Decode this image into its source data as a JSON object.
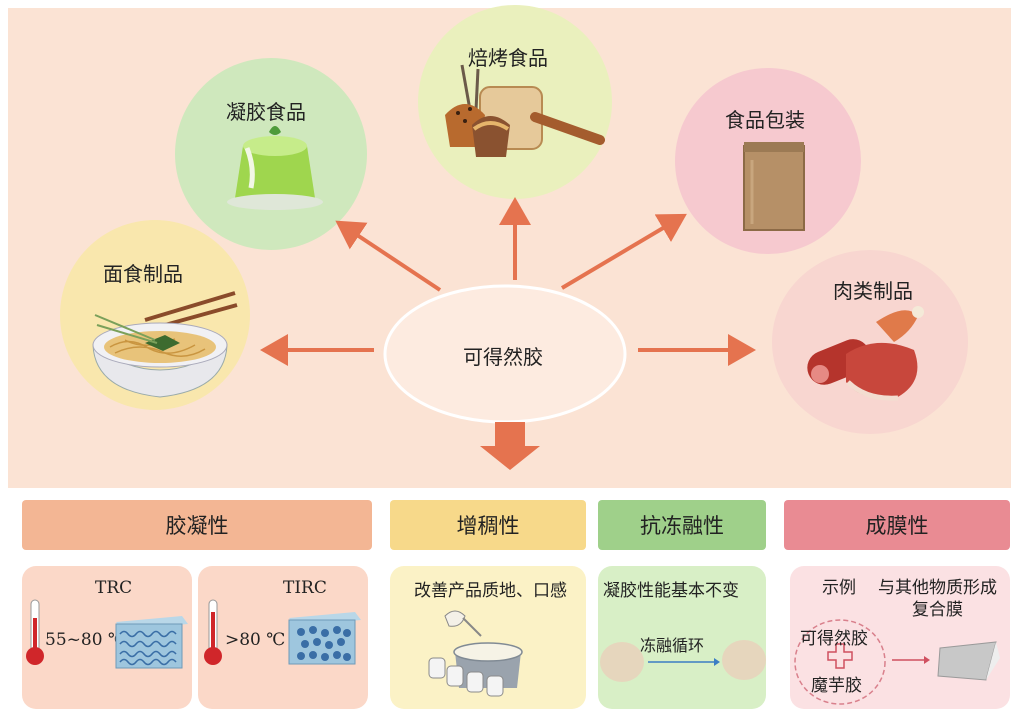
{
  "center": {
    "label": "可得然胶"
  },
  "applications": {
    "noodles": "面食制品",
    "gel": "凝胶食品",
    "bakery": "焙烤食品",
    "packaging": "食品包装",
    "meat": "肉类制品"
  },
  "properties": [
    {
      "title": "胶凝性",
      "color": "#f3b694"
    },
    {
      "title": "增稠性",
      "color": "#f7d98a"
    },
    {
      "title": "抗冻融性",
      "color": "#9fd08a"
    },
    {
      "title": "成膜性",
      "color": "#e98b93"
    }
  ],
  "gelation": {
    "trc_label": "TRC",
    "trc_temp": "55~80 ℃",
    "tirc_label": "TIRC",
    "tirc_temp": ">80 ℃"
  },
  "thickening": {
    "text": "改善产品质地、口感"
  },
  "freeze_thaw": {
    "text": "凝胶性能基本不变",
    "cycle": "冻融循环"
  },
  "film": {
    "example": "示例",
    "result_line1": "与其他物质形成",
    "result_line2": "复合膜",
    "component1": "可得然胶",
    "component2": "魔芋胶"
  }
}
